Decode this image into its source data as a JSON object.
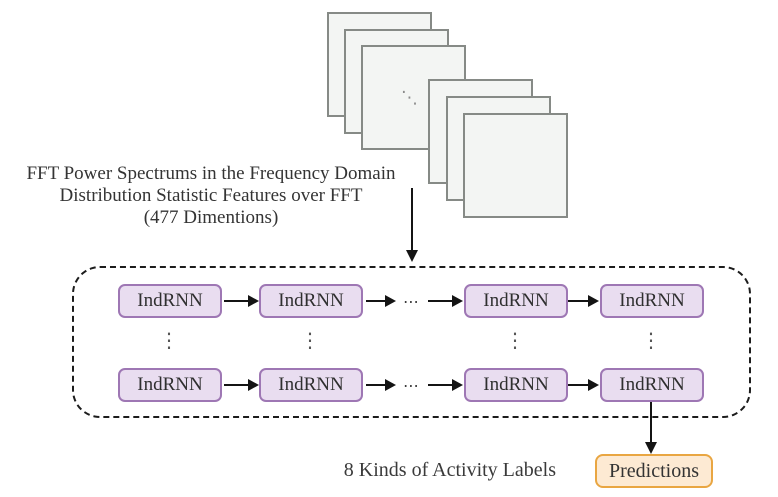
{
  "input_stack": {
    "ellipsis": "⋱"
  },
  "input_caption": {
    "line1": "FFT Power Spectrums in the Frequency Domain",
    "line2": "Distribution Statistic Features over FFT",
    "line3": "(477 Dimentions)"
  },
  "rnn_layer": {
    "rows": [
      {
        "cells": [
          "IndRNN",
          "IndRNN",
          "IndRNN",
          "IndRNN"
        ]
      },
      {
        "cells": [
          "IndRNN",
          "IndRNN",
          "IndRNN",
          "IndRNN"
        ]
      }
    ],
    "horizontal_ellipsis": "⋯",
    "vertical_ellipsis": "⋮"
  },
  "output": {
    "label": "8 Kinds of Activity Labels",
    "prediction": "Predictions"
  },
  "colors": {
    "rnn_fill": "#e9ddf0",
    "rnn_border": "#9e77b4",
    "prediction_fill": "#fdead3",
    "prediction_border": "#e9a642",
    "frame_fill": "#f3f5f3",
    "frame_border": "#868a86",
    "arrow": "#141414",
    "dashed_border": "#1c1c1c",
    "text": "#2e2e2e"
  }
}
